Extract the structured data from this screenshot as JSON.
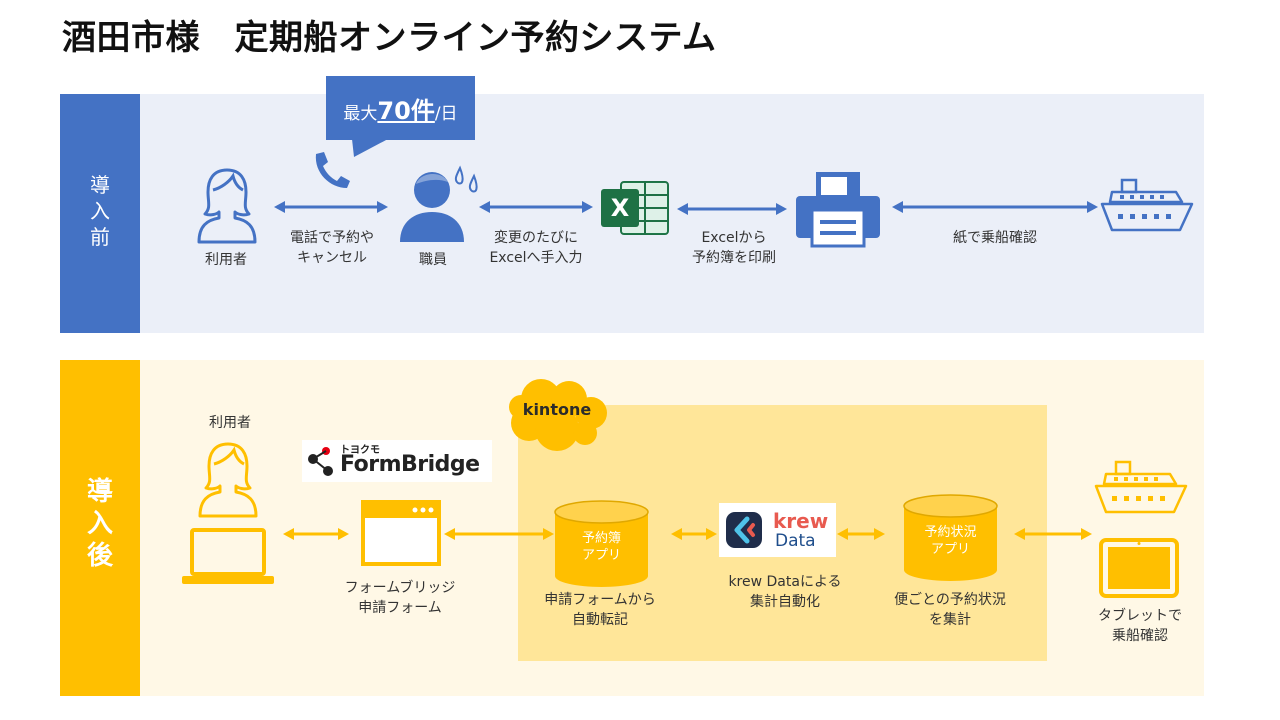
{
  "title": "酒田市様　定期船オンライン予約システム",
  "colors": {
    "before_accent": "#4472c4",
    "before_bg": "#ebeff8",
    "after_accent": "#ffbf00",
    "after_bg": "#fff8e6",
    "kintone_bg": "#ffe699",
    "excel_green": "#1e7145"
  },
  "before": {
    "label_chars": [
      "導",
      "入",
      "前"
    ],
    "callout": {
      "prefix": "最大",
      "number": "70件",
      "suffix": "/日"
    },
    "user_label": "利用者",
    "phone_label": [
      "電話で予約や",
      "キャンセル"
    ],
    "staff_label": "職員",
    "excel_input_label": [
      "変更のたびに",
      "Excelへ手入力"
    ],
    "print_label": [
      "Excelから",
      "予約簿を印刷"
    ],
    "boarding_label": "紙で乗船確認",
    "excel_icon_letter": "X",
    "icons": [
      "person-icon",
      "phone-icon",
      "staff-icon",
      "excel-icon",
      "printer-icon",
      "ship-icon"
    ]
  },
  "after": {
    "label_chars": [
      "導",
      "入",
      "後"
    ],
    "user_label": "利用者",
    "formbridge": {
      "top_text": "トヨクモ",
      "name": "FormBridge"
    },
    "form_label": [
      "フォームブリッジ",
      "申請フォーム"
    ],
    "kintone_logo": "kintone",
    "app1_label": [
      "予約簿",
      "アプリ"
    ],
    "app1_caption": [
      "申請フォームから",
      "自動転記"
    ],
    "krew": {
      "line1": "krew",
      "line2": "Data"
    },
    "krew_caption": [
      "krew Dataによる",
      "集計自動化"
    ],
    "app2_label": [
      "予約状況",
      "アプリ"
    ],
    "app2_caption": [
      "便ごとの予約状況",
      "を集計"
    ],
    "tablet_caption": [
      "タブレットで",
      "乗船確認"
    ],
    "icons": [
      "person-laptop-icon",
      "form-window-icon",
      "database-icon",
      "krew-logo-icon",
      "ship-icon",
      "tablet-icon"
    ]
  }
}
